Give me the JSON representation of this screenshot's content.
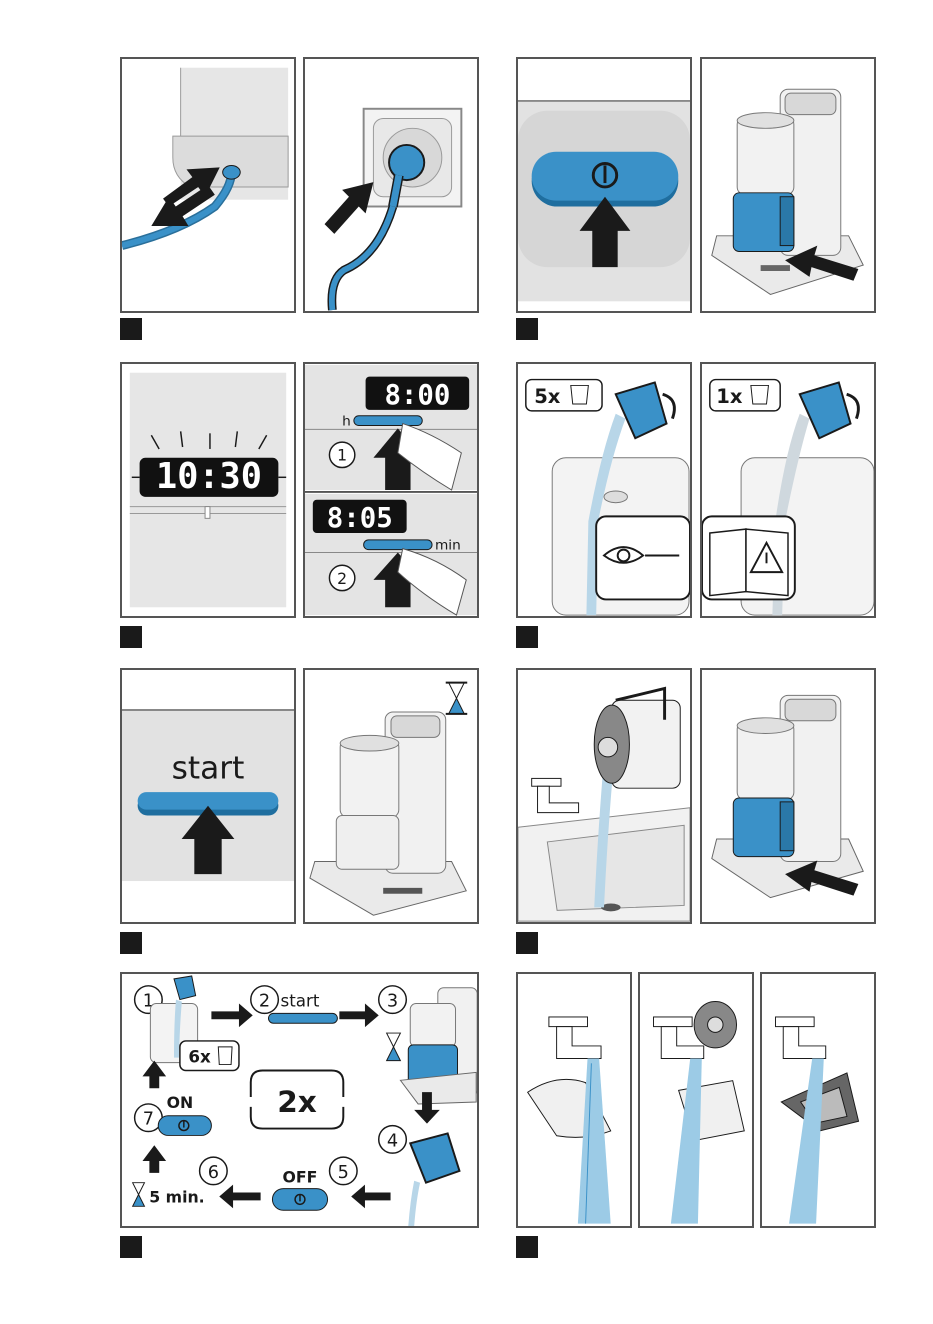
{
  "colors": {
    "blue": "#3a91c8",
    "blue_dark": "#1f6e9f",
    "grey_bg": "#dcdcdc",
    "black": "#1a1a1a",
    "line": "#555555"
  },
  "step3": {
    "time": "10:30"
  },
  "step4": {
    "time_hours": "8:00",
    "time_minutes": "8:05",
    "label_h": "h",
    "label_min": "min",
    "num1": "1",
    "num2": "2"
  },
  "step5": {
    "badge_left": "5x",
    "badge_right": "1x"
  },
  "step7": {
    "start_label": "start"
  },
  "step9": {
    "n1": "1",
    "n2": "2",
    "n3": "3",
    "n4": "4",
    "n5": "5",
    "n6": "6",
    "n7": "7",
    "start_label": "start",
    "cups": "6x",
    "repeat": "2x",
    "on_label": "ON",
    "off_label": "OFF",
    "wait": "5 min."
  },
  "icons": [
    "power-icon",
    "arrow-icon",
    "hourglass-icon",
    "cup-icon",
    "eye-icon",
    "book-warning-icon",
    "plug-icon",
    "faucet-icon",
    "kettle-icon",
    "tea-maker-icon"
  ]
}
